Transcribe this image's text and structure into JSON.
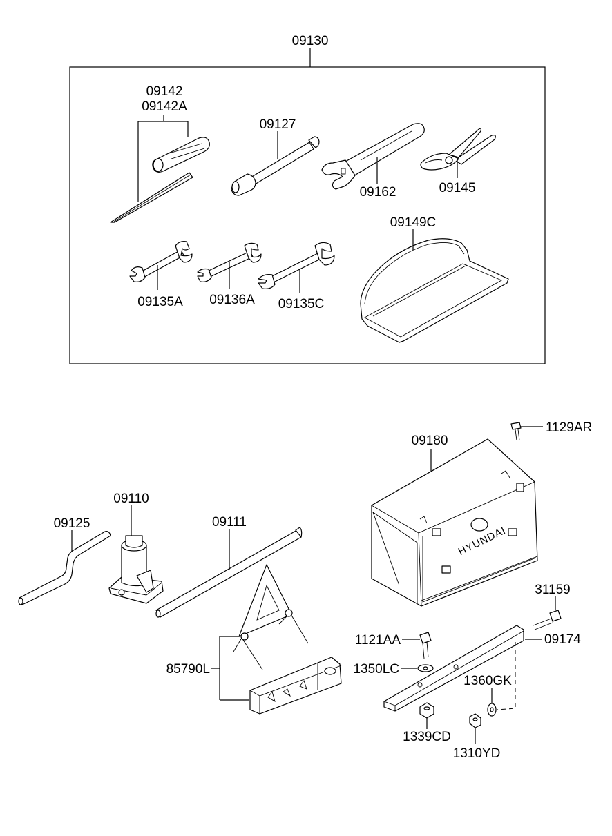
{
  "labels": {
    "kit": "09130",
    "screwdriver": "09142",
    "screwdriver_alt": "09142A",
    "extension_bar": "09127",
    "adjustable_wrench": "09162",
    "pliers": "09145",
    "tool_bag": "09149C",
    "wrench_a": "09135A",
    "wrench_b": "09136A",
    "wrench_c": "09135C",
    "case_screw": "1129AR",
    "tool_case": "09180",
    "jack": "09110",
    "jack_handle": "09125",
    "jack_rod": "09111",
    "bracket_bolt": "31159",
    "bracket": "09174",
    "bolt": "1121AA",
    "washer_a": "1350LC",
    "triangle": "85790L",
    "washer_b": "1360GK",
    "nut_a": "1339CD",
    "nut_b": "1310YD"
  },
  "case_brand": "HYUNDAI"
}
